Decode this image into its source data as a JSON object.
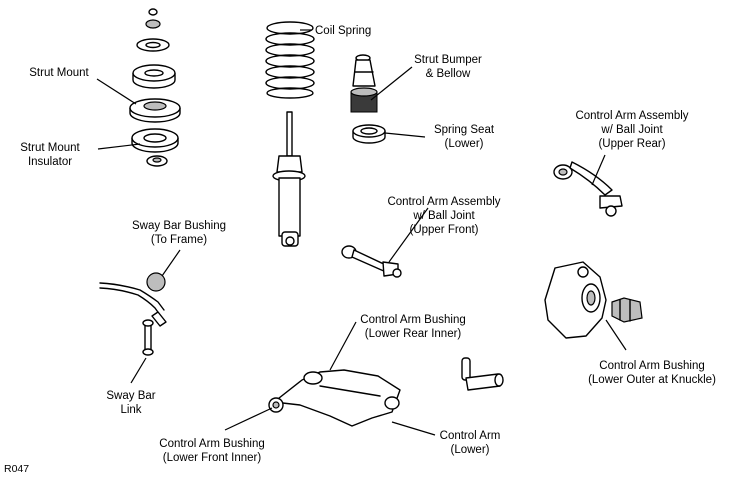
{
  "labels": {
    "coil_spring": "Coil Spring",
    "strut_bumper": [
      "Strut Bumper",
      "& Bellow"
    ],
    "strut_mount": "Strut Mount",
    "strut_mount_insulator": [
      "Strut Mount",
      "Insulator"
    ],
    "spring_seat": [
      "Spring Seat",
      "(Lower)"
    ],
    "ca_upper_rear": [
      "Control Arm Assembly",
      "w/ Ball Joint",
      "(Upper Rear)"
    ],
    "ca_upper_front": [
      "Control Arm Assembly",
      "w/ Ball Joint",
      "(Upper Front)"
    ],
    "sway_bar_bushing": [
      "Sway Bar Bushing",
      "(To Frame)"
    ],
    "cab_lower_rear_inner": [
      "Control Arm Bushing",
      "(Lower Rear Inner)"
    ],
    "cab_lower_outer": [
      "Control Arm Bushing",
      "(Lower Outer at Knuckle)"
    ],
    "sway_bar_link": [
      "Sway Bar",
      "Link"
    ],
    "cab_lower_front_inner": [
      "Control Arm Bushing",
      "(Lower Front Inner)"
    ],
    "control_arm_lower": [
      "Control Arm",
      "(Lower)"
    ]
  },
  "figure_code": "R047"
}
